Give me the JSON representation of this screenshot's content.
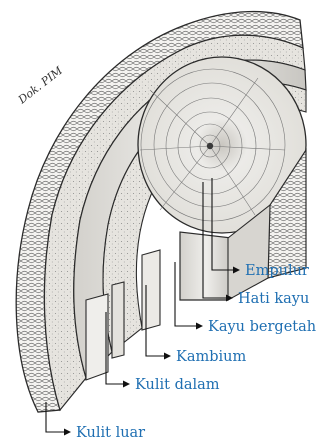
{
  "figure": {
    "credit": "Dok. PIM",
    "labels": {
      "empulur": "Empulur",
      "hati_kayu": "Hati kayu",
      "kayu_bergetah": "Kayu bergetah",
      "kambium": "Kambium",
      "kulit_dalam": "Kulit dalam",
      "kulit_luar": "Kulit luar"
    },
    "colors": {
      "label": "#1f6fb2",
      "leader": "#111111",
      "wood": "#e9e7e2"
    }
  }
}
